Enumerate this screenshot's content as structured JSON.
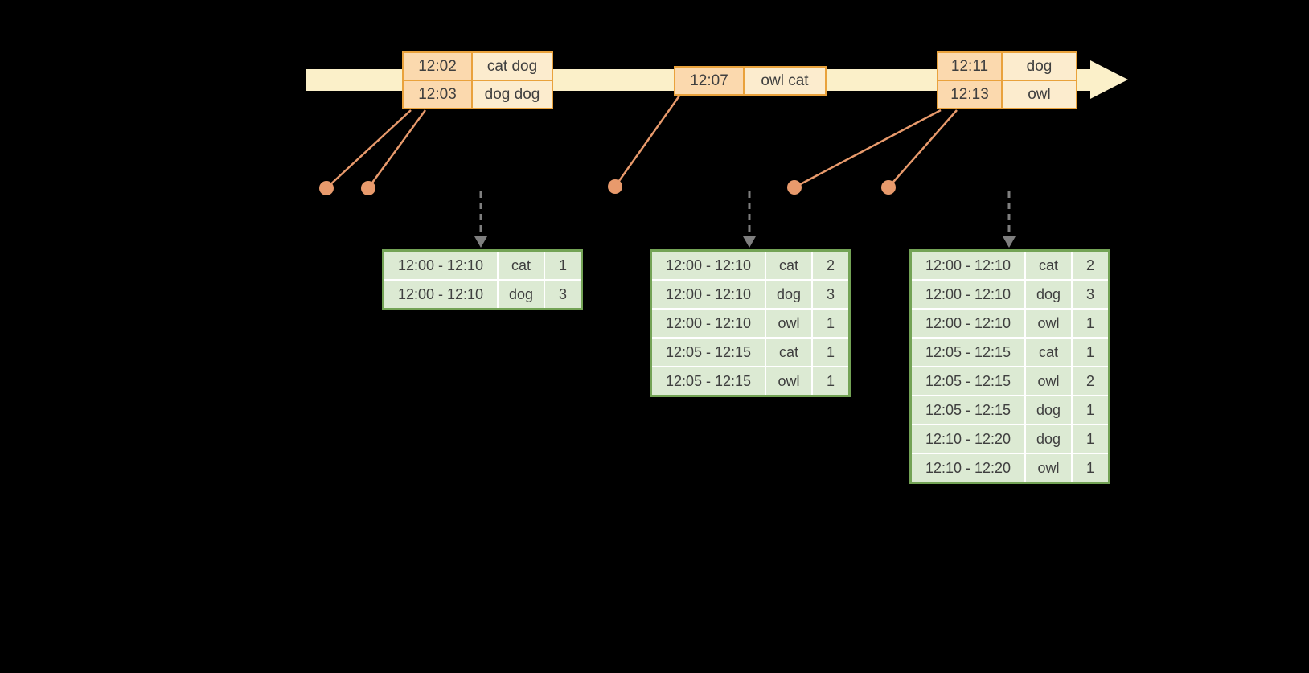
{
  "timeline": {
    "event_boxes": [
      {
        "rows": [
          {
            "time": "12:02",
            "words": "cat dog"
          },
          {
            "time": "12:03",
            "words": "dog dog"
          }
        ]
      },
      {
        "rows": [
          {
            "time": "12:07",
            "words": "owl cat"
          }
        ]
      },
      {
        "rows": [
          {
            "time": "12:11",
            "words": "dog"
          },
          {
            "time": "12:13",
            "words": "owl"
          }
        ]
      }
    ]
  },
  "result_tables": [
    {
      "rows": [
        {
          "window": "12:00 - 12:10",
          "word": "cat",
          "count": "1"
        },
        {
          "window": "12:00 - 12:10",
          "word": "dog",
          "count": "3"
        }
      ]
    },
    {
      "rows": [
        {
          "window": "12:00 - 12:10",
          "word": "cat",
          "count": "2"
        },
        {
          "window": "12:00 - 12:10",
          "word": "dog",
          "count": "3"
        },
        {
          "window": "12:00 - 12:10",
          "word": "owl",
          "count": "1"
        },
        {
          "window": "12:05 - 12:15",
          "word": "cat",
          "count": "1"
        },
        {
          "window": "12:05 - 12:15",
          "word": "owl",
          "count": "1"
        }
      ]
    },
    {
      "rows": [
        {
          "window": "12:00 - 12:10",
          "word": "cat",
          "count": "2"
        },
        {
          "window": "12:00 - 12:10",
          "word": "dog",
          "count": "3"
        },
        {
          "window": "12:00 - 12:10",
          "word": "owl",
          "count": "1"
        },
        {
          "window": "12:05 - 12:15",
          "word": "cat",
          "count": "1"
        },
        {
          "window": "12:05 - 12:15",
          "word": "owl",
          "count": "2"
        },
        {
          "window": "12:05 - 12:15",
          "word": "dog",
          "count": "1"
        },
        {
          "window": "12:10 - 12:20",
          "word": "dog",
          "count": "1"
        },
        {
          "window": "12:10 - 12:20",
          "word": "owl",
          "count": "1"
        }
      ]
    }
  ],
  "colors": {
    "background": "#000000",
    "timeline_band": "#fbf0c9",
    "event_border": "#e9a23c",
    "event_time_fill": "#fbd9ae",
    "event_words_fill": "#fcecce",
    "connector": "#e89a6c",
    "dashed_arrow": "#7f7f7f",
    "table_border": "#73a355",
    "table_cell_fill": "#dcead3",
    "text": "#3f3f3f"
  }
}
